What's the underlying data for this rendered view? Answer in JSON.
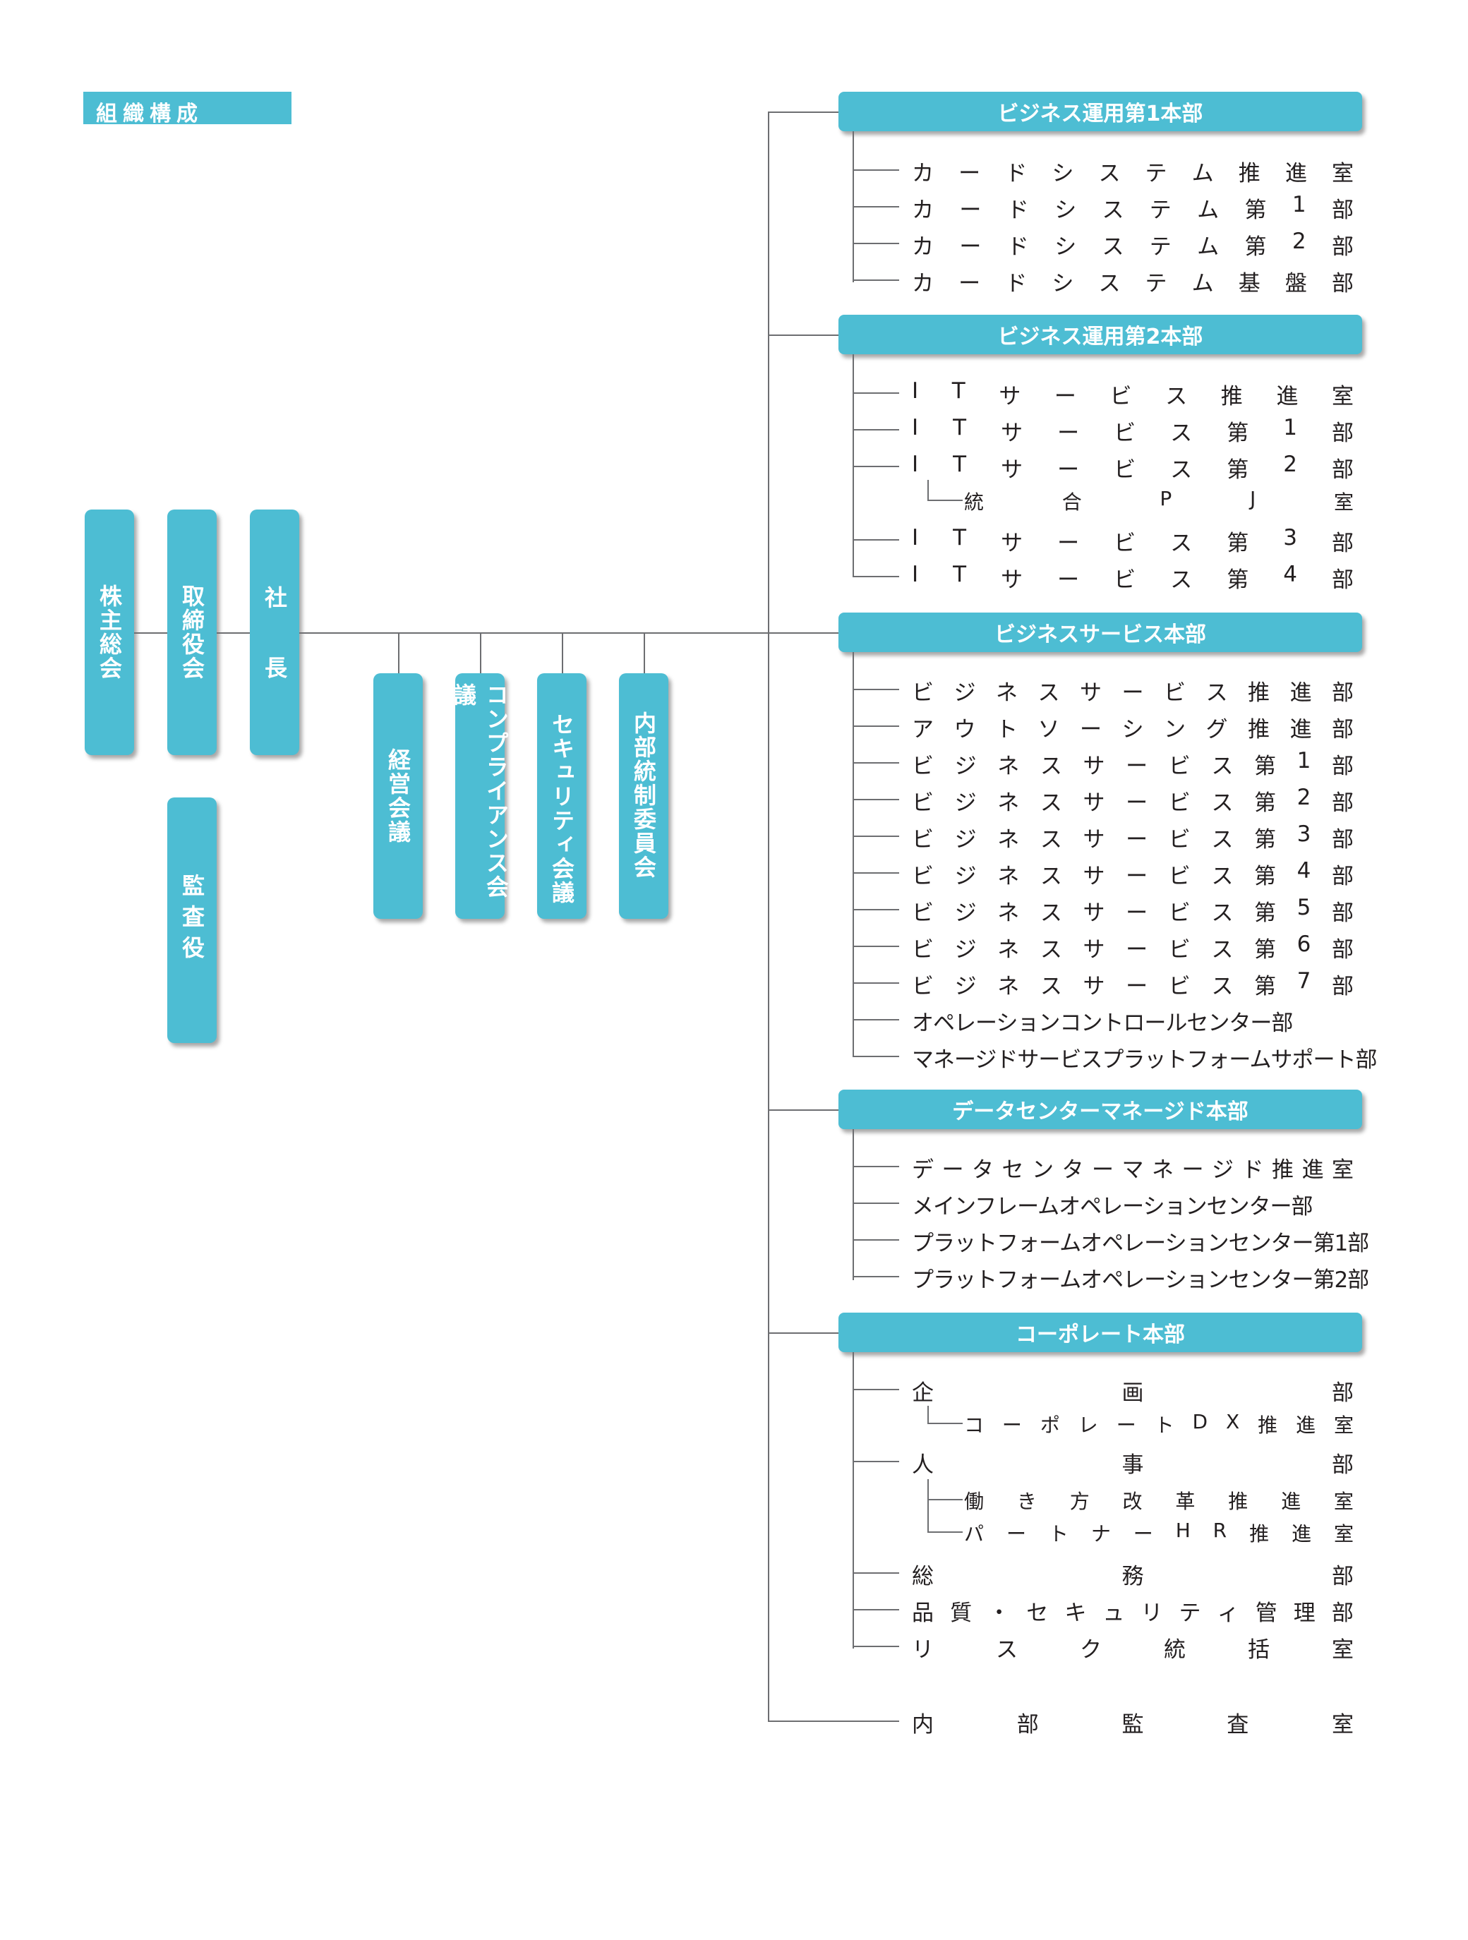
{
  "title": "組織構成",
  "left_boxes": {
    "shareholders": "株主総会",
    "board": "取締役会",
    "president": "社 長",
    "auditor": "監査役"
  },
  "committees": [
    "経営会議",
    "コンプライアンス会議",
    "セキュリティ会議",
    "内部統制委員会"
  ],
  "divisions": [
    {
      "name": "ビジネス運用第1本部",
      "items": [
        "カードシステム推進室",
        "カードシステム第1部",
        "カードシステム第2部",
        "カードシステム基盤部"
      ]
    },
    {
      "name": "ビジネス運用第2本部",
      "items": [
        "ITサービス推進室",
        "ITサービス第1部",
        "ITサービス第2部",
        "統合PJ室",
        "ITサービス第3部",
        "ITサービス第4部"
      ]
    },
    {
      "name": "ビジネスサービス本部",
      "items": [
        "ビジネスサービス推進部",
        "アウトソーシング推進部",
        "ビジネスサービス第1部",
        "ビジネスサービス第2部",
        "ビジネスサービス第3部",
        "ビジネスサービス第4部",
        "ビジネスサービス第5部",
        "ビジネスサービス第6部",
        "ビジネスサービス第7部",
        "オペレーションコントロールセンター部",
        "マネージドサービスプラットフォームサポート部"
      ]
    },
    {
      "name": "データセンターマネージド本部",
      "items": [
        "データセンターマネージド推進室",
        "メインフレームオペレーションセンター部",
        "プラットフォームオペレーションセンター第1部",
        "プラットフォームオペレーションセンター第2部"
      ]
    },
    {
      "name": "コーポレート本部",
      "items": [
        "企画部",
        "コーポレートDX推進室",
        "人事部",
        "働き方改革推進室",
        "パートナーHR推進室",
        "総務部",
        "品質・セキュリティ管理部",
        "リスク統括室"
      ]
    }
  ],
  "standalone": "内部監査室"
}
